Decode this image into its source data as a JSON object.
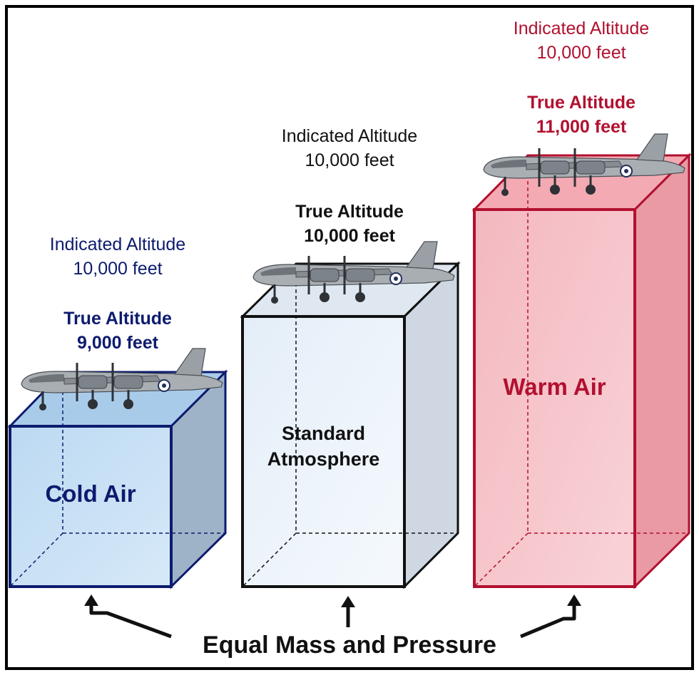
{
  "colors": {
    "cold": "#0d1b6e",
    "standard": "#111111",
    "warm": "#b2102f",
    "cold_fill": "#c4dff4",
    "standard_fill": "#eaf2fa",
    "warm_fill": "#f6c5cb"
  },
  "columns": [
    {
      "id": "cold",
      "indicated_line1": "Indicated Altitude",
      "indicated_line2": "10,000 feet",
      "true_line1": "True Altitude",
      "true_line2": "9,000 feet",
      "name_line1": "Cold Air",
      "name_line2": ""
    },
    {
      "id": "standard",
      "indicated_line1": "Indicated Altitude",
      "indicated_line2": "10,000 feet",
      "true_line1": "True Altitude",
      "true_line2": "10,000 feet",
      "name_line1": "Standard",
      "name_line2": "Atmosphere"
    },
    {
      "id": "warm",
      "indicated_line1": "Indicated Altitude",
      "indicated_line2": "10,000 feet",
      "true_line1": "True Altitude",
      "true_line2": "11,000 feet",
      "name_line1": "Warm Air",
      "name_line2": ""
    }
  ],
  "footer": "Equal Mass and Pressure",
  "icons": [
    "airplane-icon",
    "arrow-up-icon"
  ]
}
